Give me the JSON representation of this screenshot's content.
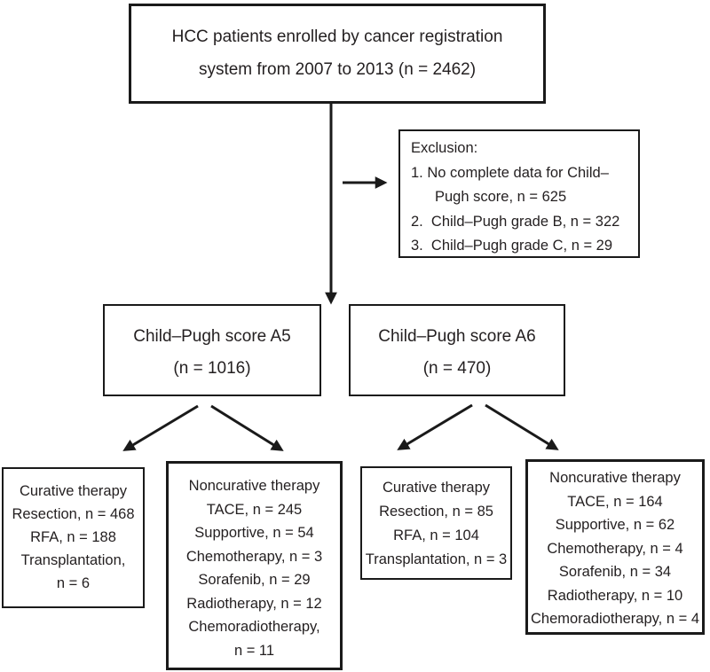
{
  "diagram": {
    "background_color": "#ffffff",
    "line_color": "#1a1a1a",
    "text_color": "#231f20",
    "enrollment": {
      "lines": [
        "HCC patients enrolled by cancer registration",
        "system from 2007 to 2013 (n = 2462)"
      ]
    },
    "exclusion": {
      "lines": [
        "Exclusion:",
        "1. No complete data for Child–",
        "Pugh score, n = 625",
        "2.  Child–Pugh grade B, n = 322",
        "3.  Child–Pugh grade C, n = 29"
      ]
    },
    "child_pugh_a5": {
      "lines": [
        "Child–Pugh score A5",
        "(n = 1016)"
      ]
    },
    "child_pugh_a6": {
      "lines": [
        "Child–Pugh score A6",
        "(n = 470)"
      ]
    },
    "curative_a5": {
      "lines": [
        "Curative therapy",
        "Resection, n = 468",
        "RFA, n = 188",
        "Transplantation,",
        "n = 6"
      ]
    },
    "noncurative_a5": {
      "lines": [
        "Noncurative therapy",
        "TACE, n = 245",
        "Supportive, n = 54",
        "Chemotherapy, n = 3",
        "Sorafenib, n = 29",
        "Radiotherapy, n = 12",
        "Chemoradiotherapy,",
        "n = 11"
      ]
    },
    "curative_a6": {
      "lines": [
        "Curative therapy",
        "Resection, n = 85",
        "RFA, n = 104",
        "Transplantation, n = 3"
      ]
    },
    "noncurative_a6": {
      "lines": [
        "Noncurative therapy",
        "TACE, n = 164",
        "Supportive, n = 62",
        "Chemotherapy, n = 4",
        "Sorafenib, n = 34",
        "Radiotherapy, n = 10",
        "Chemoradiotherapy, n = 4"
      ]
    }
  }
}
